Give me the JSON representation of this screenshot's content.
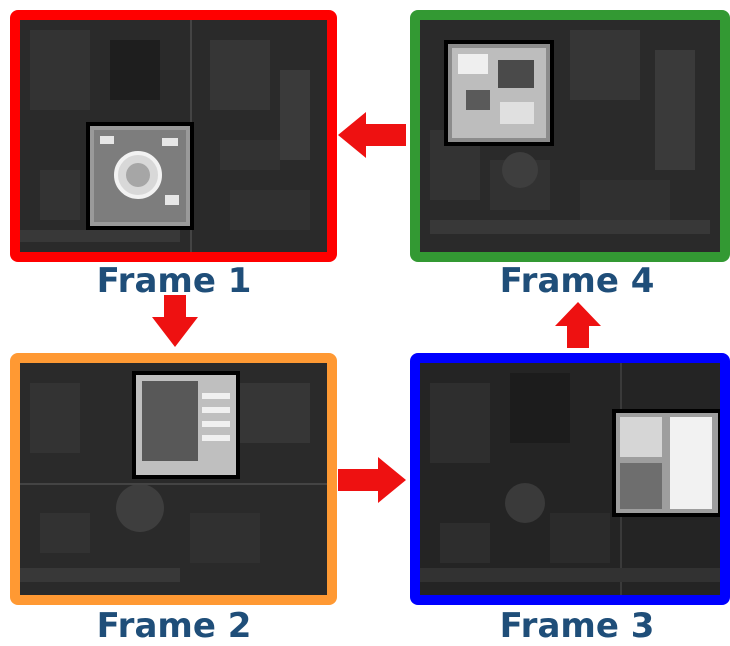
{
  "frames": [
    {
      "label": "Frame 1",
      "border_color": "#ff0000"
    },
    {
      "label": "Frame 2",
      "border_color": "#ff9933"
    },
    {
      "label": "Frame 3",
      "border_color": "#0000ff"
    },
    {
      "label": "Frame 4",
      "border_color": "#339933"
    }
  ],
  "arrow_color": "#ee1111",
  "background": "#ffffff"
}
